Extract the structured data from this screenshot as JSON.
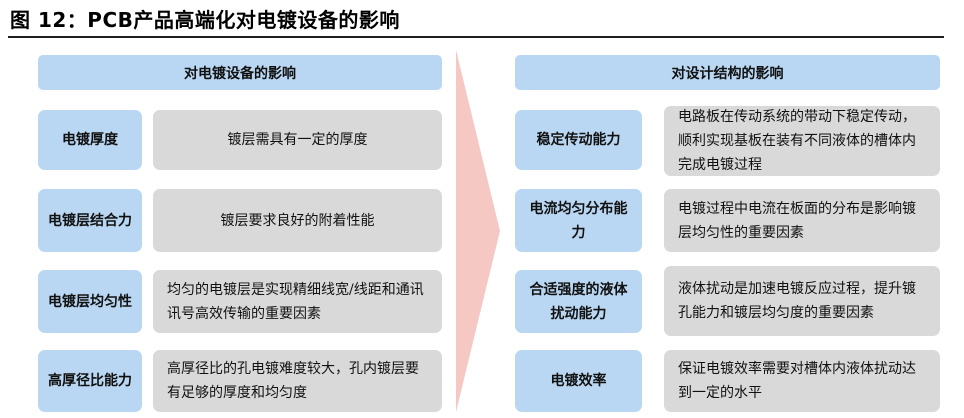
{
  "title": "图  12：PCB产品高端化对电镀设备的影响",
  "left": {
    "header": "对电镀设备的影响",
    "rows": [
      {
        "label": "电镀厚度",
        "desc": "镀层需具有一定的厚度"
      },
      {
        "label": "电镀层结合力",
        "desc": "镀层要求良好的附着性能"
      },
      {
        "label": "电镀层均匀性",
        "desc": "均匀的电镀层是实现精细线宽/线距和通讯讯号高效传输的重要因素"
      },
      {
        "label": "高厚径比能力",
        "desc": "高厚径比的孔电镀难度较大，孔内镀层要有足够的厚度和均匀度"
      }
    ]
  },
  "right": {
    "header": "对设计结构的影响",
    "rows": [
      {
        "label": "稳定传动能力",
        "desc": "电路板在传动系统的带动下稳定传动，顺利实现基板在装有不同液体的槽体内完成电镀过程"
      },
      {
        "label": "电流均匀分布能力",
        "desc": "电镀过程中电流在板面的分布是影响镀层均匀性的重要因素"
      },
      {
        "label": "合适强度的液体扰动能力",
        "desc": "液体扰动是加速电镀反应过程，提升镀孔能力和镀层均匀度的重要因素"
      },
      {
        "label": "电镀效率",
        "desc": "保证电镀效率需要对槽体内液体扰动达到一定的水平"
      }
    ]
  },
  "colors": {
    "header_fill": "#b9d7f2",
    "label_fill": "#b9d7f2",
    "desc_fill": "#d9d9d9",
    "arrow_fill": "#f6c8c4"
  }
}
